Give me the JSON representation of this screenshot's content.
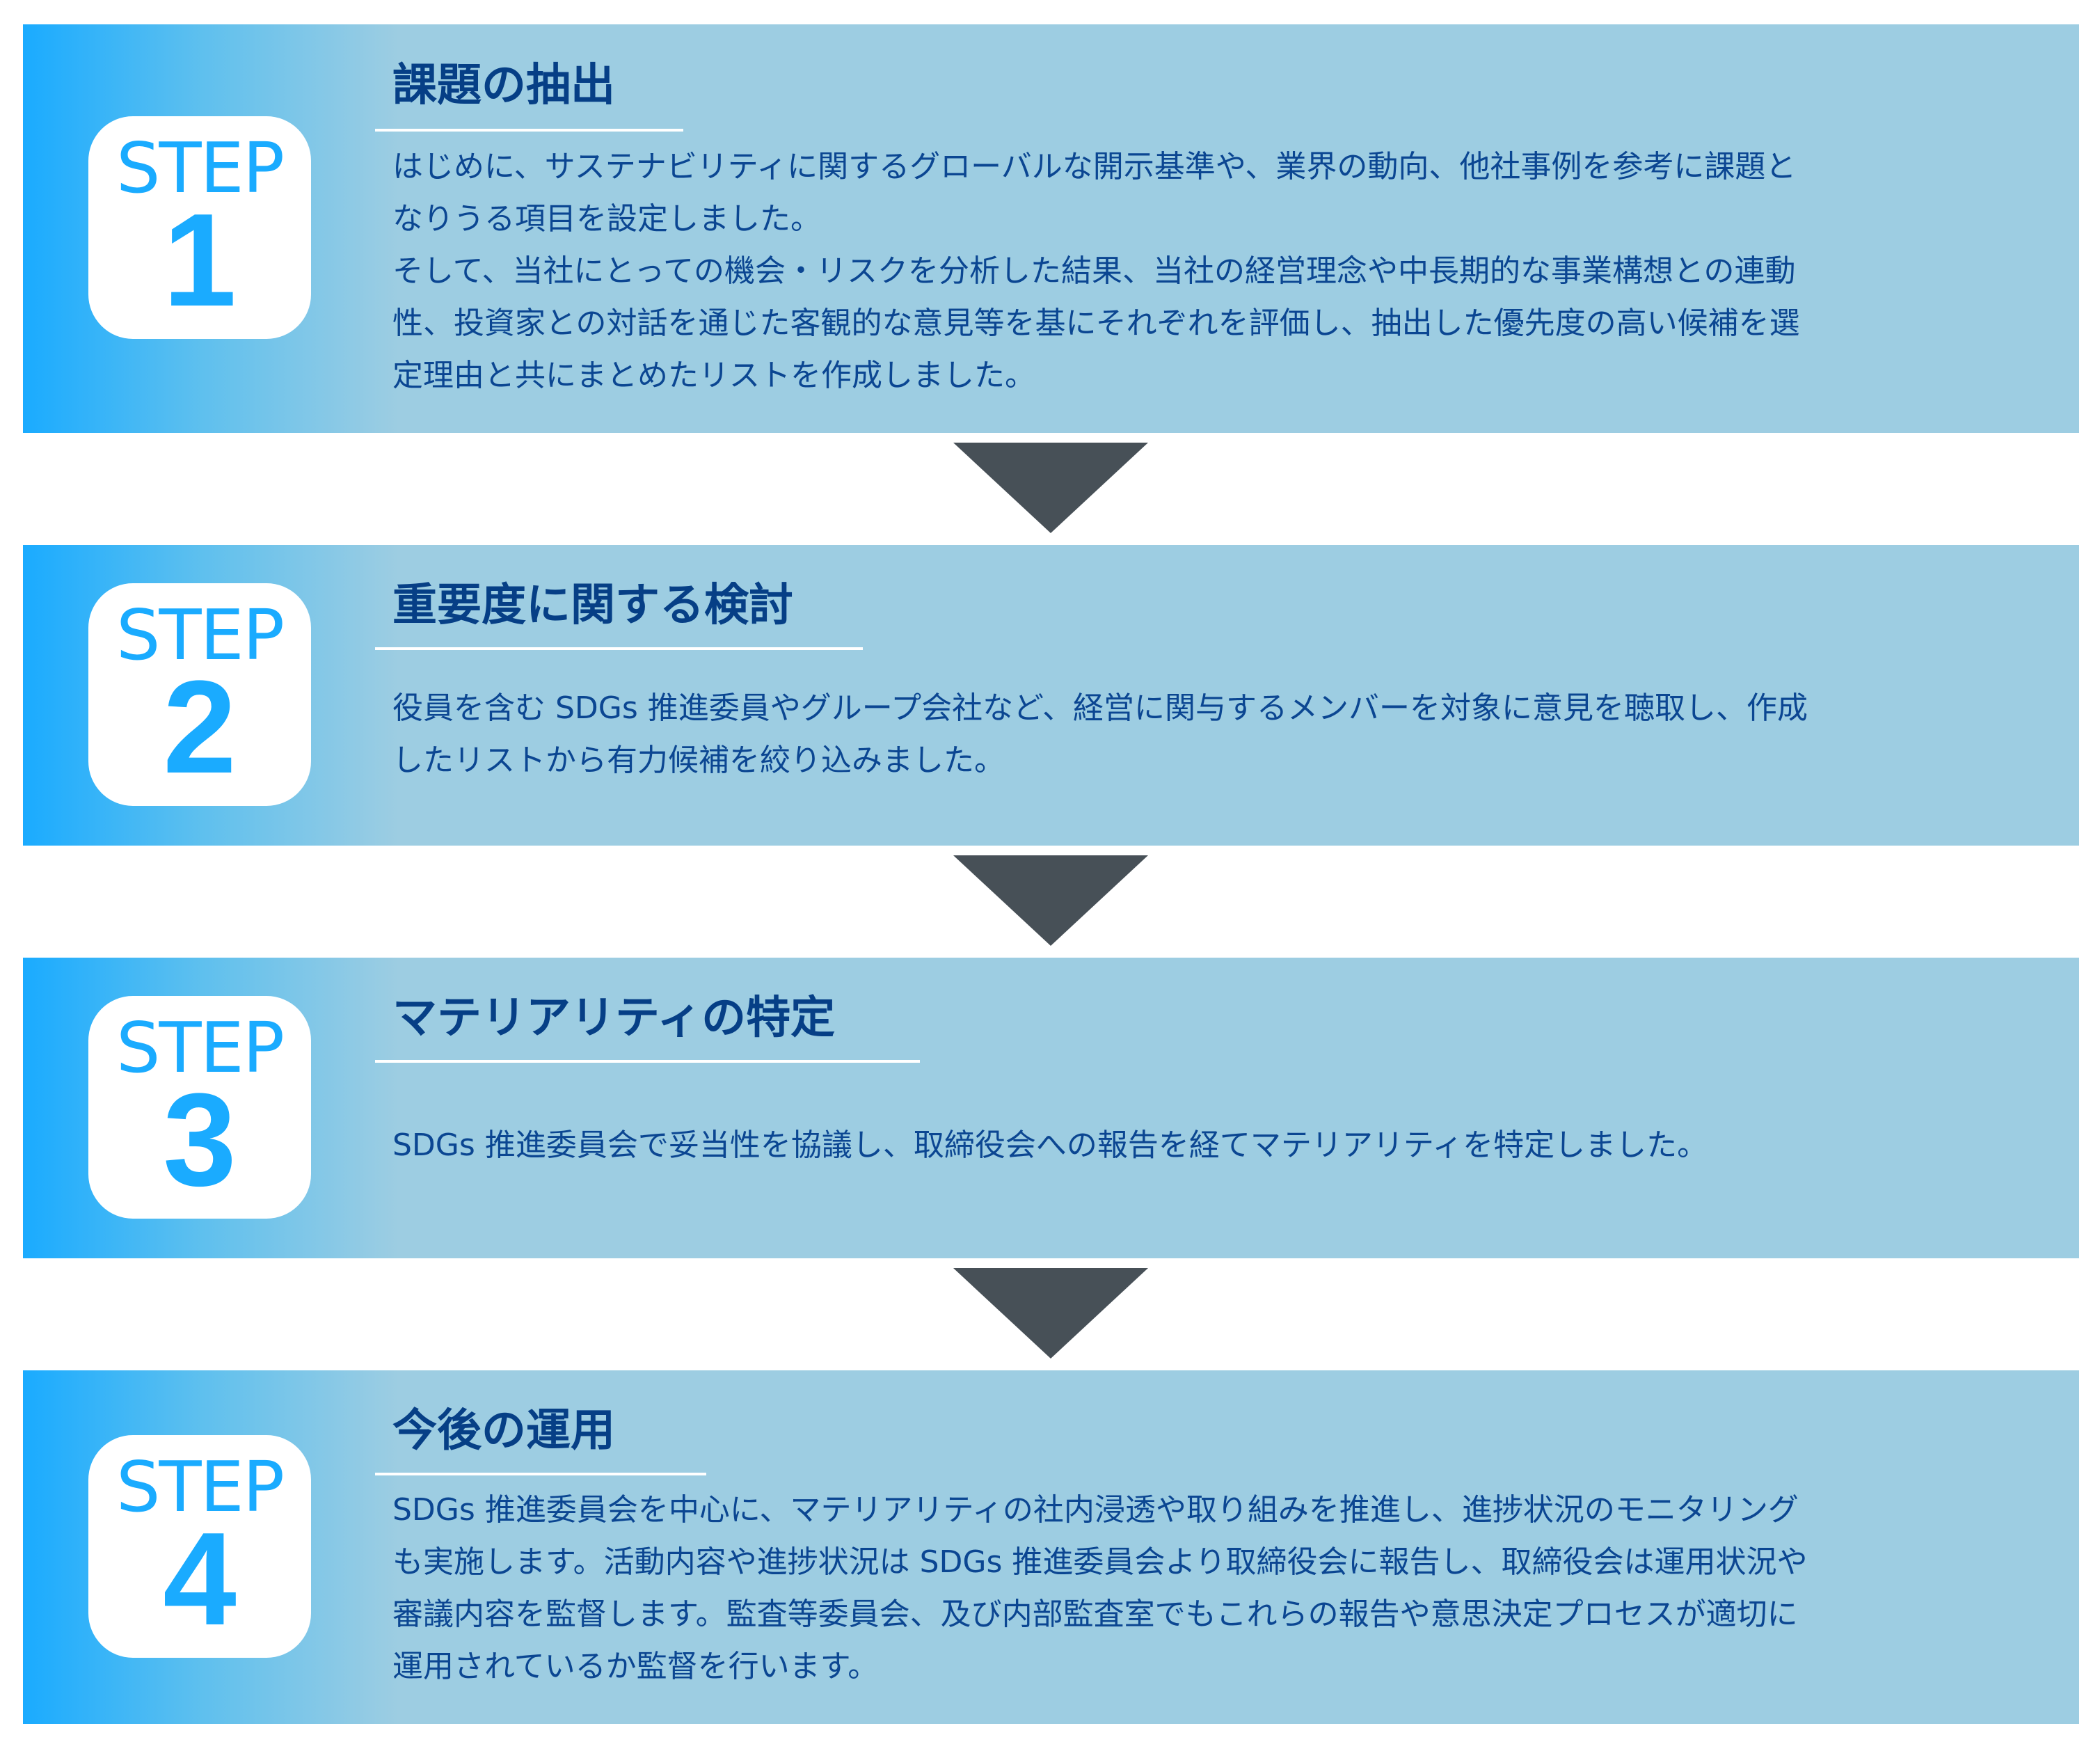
{
  "colors": {
    "accent": "#1aabff",
    "panel": "#9dcde2",
    "title": "#063f86",
    "body": "#0b4692",
    "arrow": "#475057"
  },
  "steps": [
    {
      "label": "STEP",
      "number": "1",
      "title": "課題の抽出",
      "lines": [
        "はじめに、サステナビリティに関するグローバルな開示基準や、業界の動向、他社事例を参考に課題と",
        "なりうる項目を設定しました。",
        "そして、当社にとっての機会・リスクを分析した結果、当社の経営理念や中長期的な事業構想との連動",
        "性、投資家との対話を通じた客観的な意見等を基にそれぞれを評価し、抽出した優先度の高い候補を選",
        "定理由と共にまとめたリストを作成しました。"
      ]
    },
    {
      "label": "STEP",
      "number": "2",
      "title": "重要度に関する検討",
      "lines": [
        "役員を含む SDGs 推進委員やグループ会社など、経営に関与するメンバーを対象に意見を聴取し、作成",
        "したリストから有力候補を絞り込みました。"
      ]
    },
    {
      "label": "STEP",
      "number": "3",
      "title": "マテリアリティの特定",
      "lines": [
        "SDGs 推進委員会で妥当性を協議し、取締役会への報告を経てマテリアリティを特定しました。"
      ]
    },
    {
      "label": "STEP",
      "number": "4",
      "title": "今後の運用",
      "lines": [
        "SDGs 推進委員会を中心に、マテリアリティの社内浸透や取り組みを推進し、進捗状況のモニタリング",
        "も実施します。活動内容や進捗状況は SDGs 推進委員会より取締役会に報告し、取締役会は運用状況や",
        "審議内容を監督します。監査等委員会、及び内部監査室でもこれらの報告や意思決定プロセスが適切に",
        "運用されているか監督を行います。"
      ]
    }
  ]
}
